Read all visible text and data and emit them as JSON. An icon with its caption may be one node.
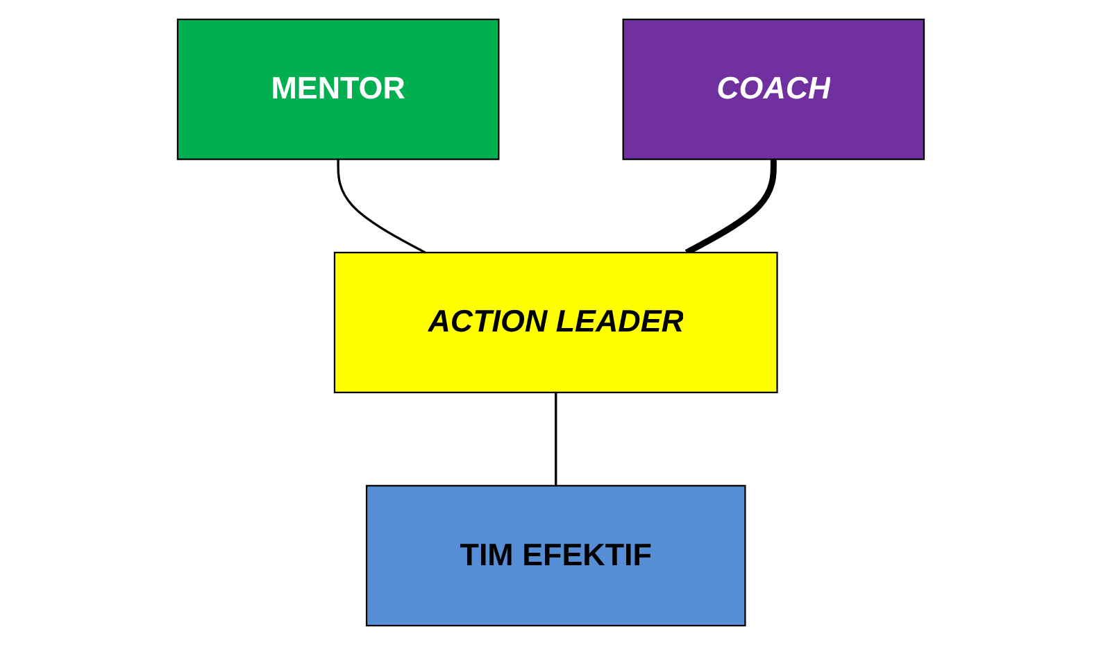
{
  "diagram": {
    "nodes": [
      {
        "text": [
          "MENTOR"
        ]
      },
      {
        "text": [
          "COACH"
        ]
      },
      {
        "text": [
          "ACTION LEADER"
        ]
      },
      {
        "text": [
          "TIM EFEKTIF"
        ]
      }
    ],
    "edges": [
      {
        "from": 0,
        "to": 2,
        "arrow": "none"
      },
      {
        "from": 1,
        "to": 2,
        "arrow": "none",
        "style": "thick"
      },
      {
        "from": 2,
        "to": 3,
        "arrow": "none"
      }
    ]
  }
}
